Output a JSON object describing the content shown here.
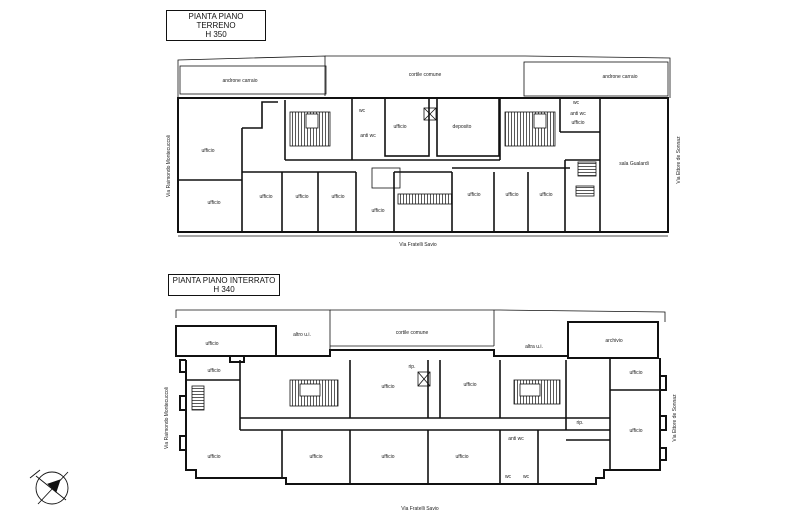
{
  "ground_floor": {
    "title": "PIANTA PIANO TERRENO",
    "height": "H 350",
    "labels": {
      "androne_left": "androne carraio",
      "cortile": "cortile comune",
      "androne_right": "androne carraio",
      "ufficio_1": "ufficio",
      "ufficio_2": "ufficio",
      "ufficio_3": "ufficio",
      "ufficio_4": "ufficio",
      "ufficio_5": "ufficio",
      "ufficio_6": "ufficio",
      "ufficio_7": "ufficio",
      "ufficio_8": "ufficio",
      "ufficio_9": "ufficio",
      "ufficio_10": "ufficio",
      "ufficio_11": "ufficio",
      "deposito": "deposito",
      "sala": "sala Gualardi",
      "wc_1": "wc",
      "wc_2": "wc",
      "antiwc_1": "anti wc",
      "antiwc_2": "anti wc",
      "street_left": "Via Raimondo Montecuccoli",
      "street_bottom": "Via Fratelli Savio",
      "street_right": "Via Ettore de Sonnaz"
    }
  },
  "basement": {
    "title": "PIANTA PIANO INTERRATO",
    "height": "H 340",
    "labels": {
      "altro_left": "altro u.i.",
      "cortile": "cortile comune",
      "altro_right": "altra u.i.",
      "archivio": "archivio",
      "ufficio_1": "ufficio",
      "ufficio_2": "ufficio",
      "ufficio_3": "ufficio",
      "ufficio_4": "ufficio",
      "ufficio_5": "ufficio",
      "ufficio_6": "ufficio",
      "ufficio_7": "ufficio",
      "ufficio_8": "ufficio",
      "ufficio_9": "ufficio",
      "ufficio_10": "ufficio",
      "ripo_1": "rip.",
      "ripo_2": "rip.",
      "antiwc": "anti wc",
      "wc_1": "wc",
      "wc_2": "wc",
      "street_left": "Via Raimondo Montecuccoli",
      "street_bottom": "Via Fratelli Savio",
      "street_right": "Via Ettore de Sonnaz"
    }
  }
}
